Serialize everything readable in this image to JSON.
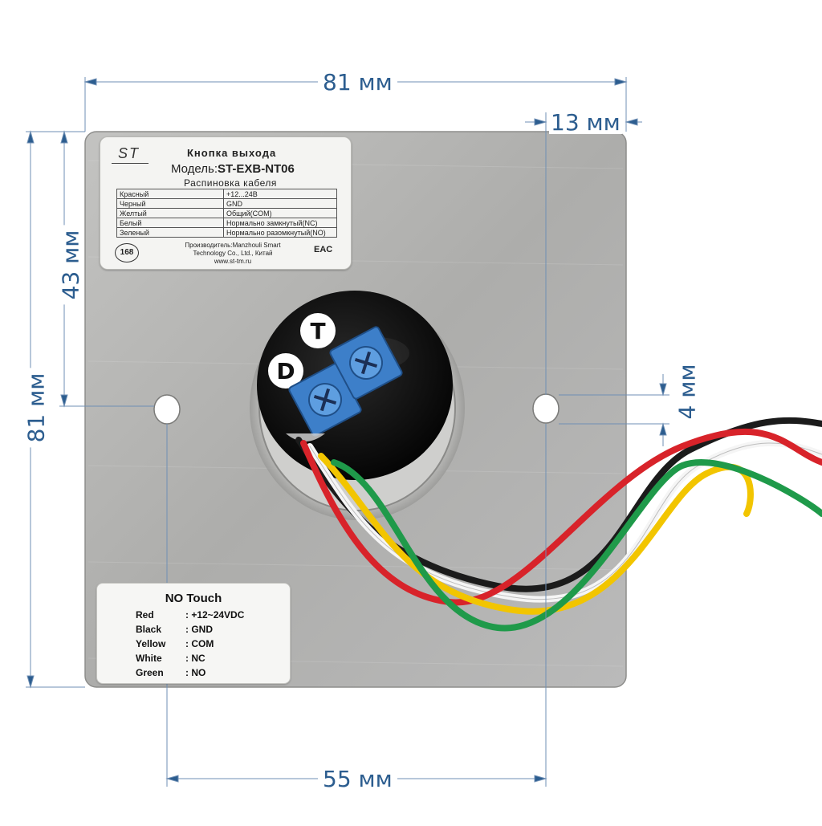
{
  "dimensions": {
    "width_top": "81 мм",
    "height_left": "81 мм",
    "hole_height": "43 мм",
    "hole_offset_right": "13 мм",
    "hole_diameter": "4 мм",
    "hole_spacing": "55 мм"
  },
  "top_label": {
    "logo": "ST",
    "title": "Кнопка выхода",
    "model_prefix": "Модель:",
    "model": "ST-EXB-NT06",
    "pinout_title": "Распиновка кабеля",
    "wires": [
      {
        "color": "Красный",
        "function": "+12...24В"
      },
      {
        "color": "Черный",
        "function": "GND"
      },
      {
        "color": "Желтый",
        "function": "Общий(COM)"
      },
      {
        "color": "Белый",
        "function": "Нормально замкнутый(NC)"
      },
      {
        "color": "Зеленый",
        "function": "Нормально разомкнутый(NO)"
      }
    ],
    "badge": "168",
    "manufacturer_line1": "Производитель:Manzhouli Smart",
    "manufacturer_line2": "Technology Co., Ltd., Китай",
    "website": "www.st-tm.ru",
    "eac": "EAC"
  },
  "button_face": {
    "letter_d": "D",
    "letter_t": "T"
  },
  "bottom_label": {
    "title": "NO Touch",
    "rows": [
      {
        "key": "Red",
        "value": ": +12~24VDC"
      },
      {
        "key": "Black",
        "value": ": GND"
      },
      {
        "key": "Yellow",
        "value": ": COM"
      },
      {
        "key": "White",
        "value": ": NC"
      },
      {
        "key": "Green",
        "value": ": NO"
      }
    ]
  },
  "colors": {
    "dimension": "#2c5d8f",
    "plate": "#b3b3b1",
    "trimmer": "#3d7fc9",
    "wire_red": "#d8232a",
    "wire_black": "#1b1b1b",
    "wire_yellow": "#f2c500",
    "wire_white": "#f5f5f5",
    "wire_green": "#1f9a4a"
  }
}
